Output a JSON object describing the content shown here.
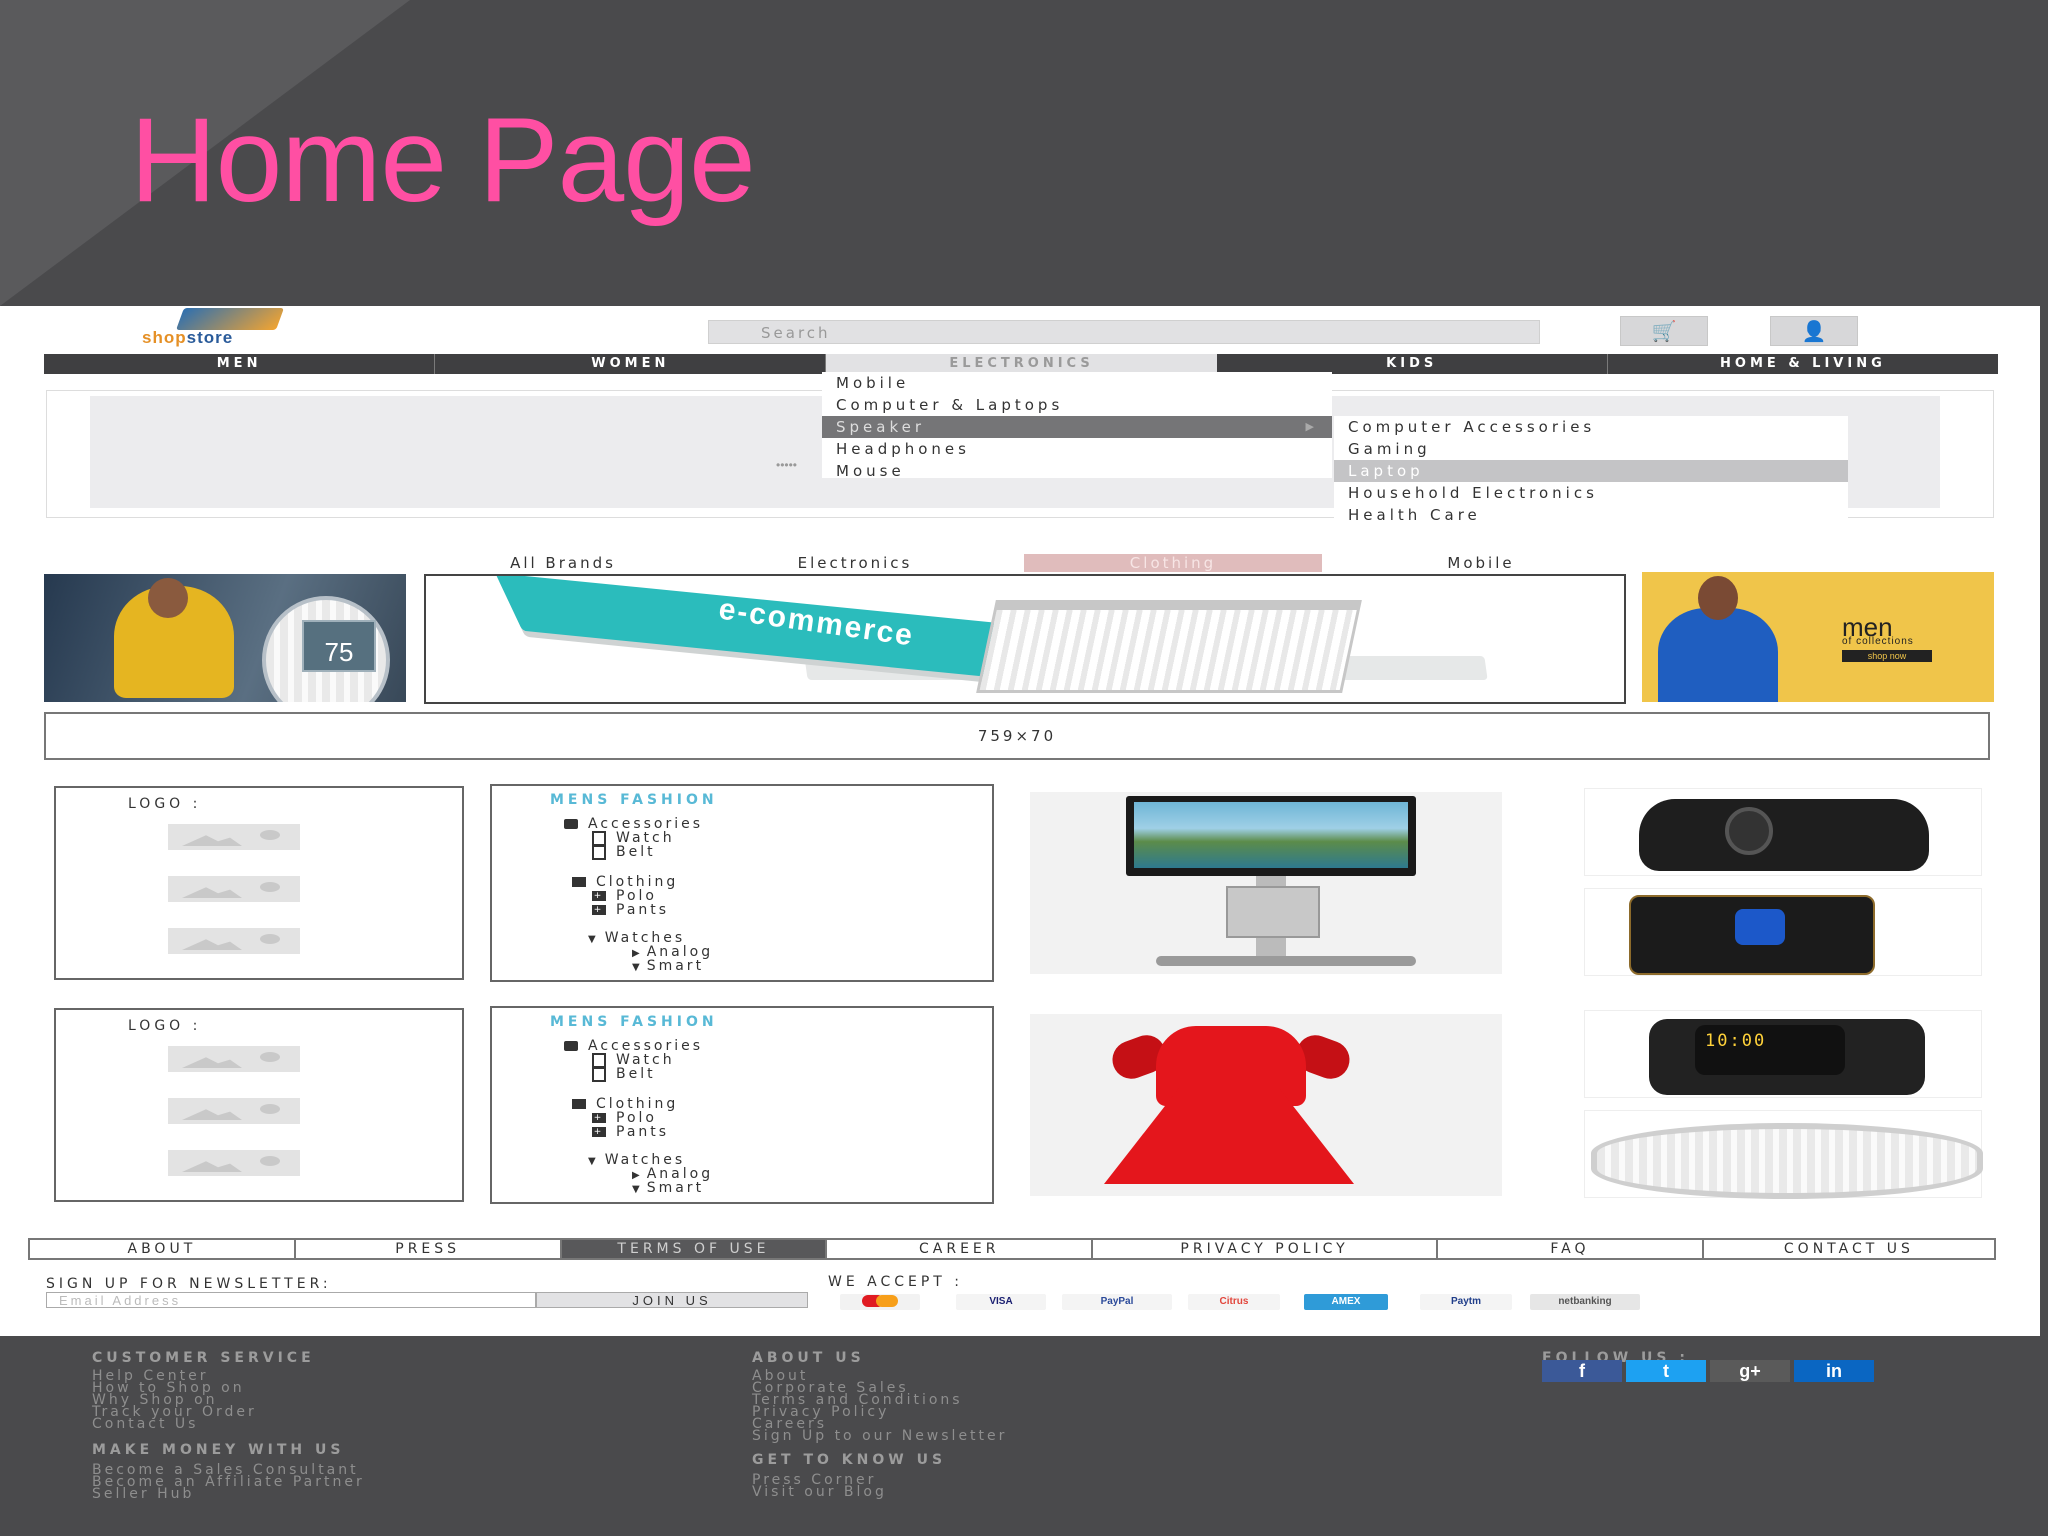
{
  "slide": {
    "title": "Home Page"
  },
  "header": {
    "search_placeholder": "Search",
    "cart_icon": "cart-icon",
    "account_icon": "user-icon"
  },
  "nav": {
    "items": [
      {
        "label": "MEN"
      },
      {
        "label": "WOMEN"
      },
      {
        "label": "ELECTRONICS"
      },
      {
        "label": "KIDS"
      },
      {
        "label": "HOME & LIVING"
      }
    ],
    "active": "ELECTRONICS"
  },
  "electronics_menu": {
    "items": [
      "Mobile",
      "Computer & Laptops",
      "Speaker",
      "Headphones",
      "Mouse"
    ],
    "selected": "Speaker",
    "submenu": [
      "Computer Accessories",
      "Gaming",
      "Laptop",
      "Household Electronics",
      "Health Care"
    ],
    "submenu_selected": "Laptop"
  },
  "brand_tabs": {
    "items": [
      "All Brands",
      "Electronics",
      "Clothing",
      "Mobile"
    ],
    "active": "Clothing"
  },
  "banners": {
    "left_badge": "75",
    "main_text": "e-commerce",
    "right_title": "men",
    "right_sub": "of collections",
    "right_cta": "shop now"
  },
  "ad_bar": {
    "label": "759×70"
  },
  "sections": [
    {
      "logo_label": "LOGO :",
      "menu_title": "MENS FASHION",
      "tree": {
        "accessories": "Accessories",
        "watch": "Watch",
        "belt": "Belt",
        "clothing": "Clothing",
        "polo": "Polo",
        "pants": "Pants",
        "watches": "Watches",
        "analog": "Analog",
        "smart": "Smart"
      }
    },
    {
      "logo_label": "LOGO :",
      "menu_title": "MENS FASHION",
      "tree": {
        "accessories": "Accessories",
        "watch": "Watch",
        "belt": "Belt",
        "clothing": "Clothing",
        "polo": "Polo",
        "pants": "Pants",
        "watches": "Watches",
        "analog": "Analog",
        "smart": "Smart"
      }
    }
  ],
  "smartwatch_time": "10:00",
  "footer_links": {
    "items": [
      "ABOUT",
      "PRESS",
      "TERMS OF USE",
      "CAREER",
      "PRIVACY POLICY",
      "FAQ",
      "CONTACT US"
    ],
    "active": "TERMS OF USE"
  },
  "newsletter": {
    "label": "SIGN UP FOR NEWSLETTER:",
    "placeholder": "Email Address",
    "button": "JOIN US"
  },
  "payments": {
    "label": "WE ACCEPT :",
    "items": [
      "mastercard",
      "VISA",
      "PayPal",
      "Citrus",
      "AMEX",
      "Paytm",
      "netbanking"
    ]
  },
  "footer": {
    "customer_service": {
      "heading": "CUSTOMER SERVICE",
      "items": [
        "Help Center",
        "How to Shop on",
        "Why Shop on",
        "Track your Order",
        "Contact Us"
      ]
    },
    "make_money": {
      "heading": "MAKE MONEY WITH US",
      "items": [
        "Become a Sales Consultant",
        "Become an Affiliate Partner",
        "Seller Hub"
      ]
    },
    "about_us": {
      "heading": "ABOUT US",
      "items": [
        "About",
        "Corporate Sales",
        "Terms and Conditions",
        "Privacy Policy",
        "Careers",
        "Sign Up to our Newsletter"
      ]
    },
    "get_to_know": {
      "heading": "GET TO KNOW US",
      "items": [
        "Press Corner",
        "Visit our Blog"
      ]
    },
    "follow": {
      "heading": "FOLLOW US :",
      "icons": [
        "facebook-icon",
        "twitter-icon",
        "google-plus-icon",
        "linkedin-icon"
      ],
      "labels": [
        "f",
        "t",
        "g+",
        "in"
      ]
    }
  }
}
